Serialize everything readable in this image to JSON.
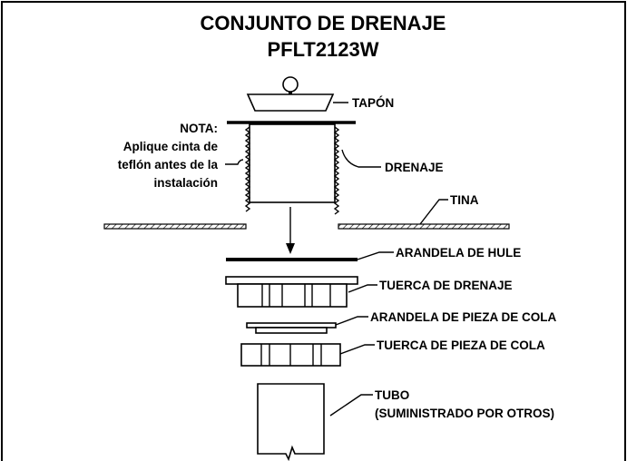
{
  "title": "CONJUNTO DE DRENAJE",
  "model": "PFLT2123W",
  "note": {
    "heading": "NOTA:",
    "lines": [
      "Aplique cinta de",
      "teflón antes de la",
      "instalación"
    ]
  },
  "labels": {
    "stopper": "TAPÓN",
    "drain": "DRENAJE",
    "tub": "TINA",
    "rubber_washer": "ARANDELA DE HULE",
    "drain_nut": "TUERCA DE DRENAJE",
    "tailpiece_washer": "ARANDELA DE PIEZA DE COLA",
    "tailpiece_nut": "TUERCA DE PIEZA DE COLA",
    "pipe": "TUBO",
    "pipe_note": "(SUMINISTRADO POR OTROS)"
  }
}
